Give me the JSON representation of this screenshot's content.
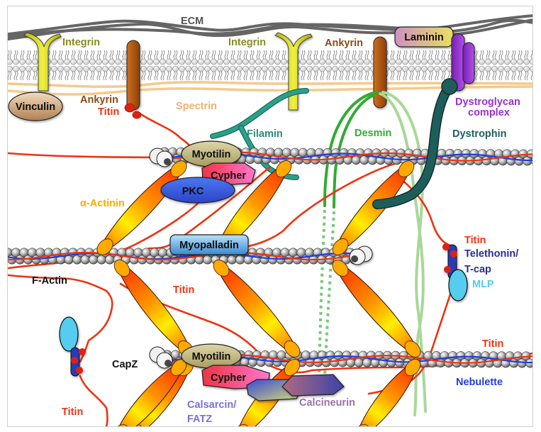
{
  "title": "Costamere and Z-disc protein network",
  "colors": {
    "ecm": "#555555",
    "integrin": "#e2e21a",
    "integrin_label": "#8a8a2a",
    "ankyrin": "#b05a10",
    "ankyrin_label": "#8a4a14",
    "spectrin": "#f6c98a",
    "spectrin_label": "#f0b070",
    "titin": "#ee3311",
    "filamin": "#2aa08a",
    "filamin_label": "#2a8a7a",
    "desmin": "#33aa33",
    "desmin_light": "#a8d898",
    "dystrophin": "#1e5e5a",
    "dystroglycan": "#9a30d0",
    "laminin": "#c89ab8",
    "myotilin": "#c8c08a",
    "cypher": "#ee4466",
    "pkc": "#3a5ee0",
    "myopalladin": "#5aa8dc",
    "mlp": "#55ccf0",
    "telethonin": "#2a2a9a",
    "nebulette": "#1f3ee0",
    "calsarcin_label": "#7a70d8",
    "calcineurin_label": "#9a70a8",
    "actinin": "#ff9900",
    "actin_bead": "#9a9a9a"
  },
  "labels": {
    "ecm": "ECM",
    "integrin_left": "Integrin",
    "integrin_right": "Integrin",
    "ankyrin_left": "Ankyrin",
    "ankyrin_right": "Ankyrin",
    "laminin": "Laminin",
    "vinculin": "Vinculin",
    "titin_top": "Titin",
    "spectrin": "Spectrin",
    "dystroglycan_line1": "Dystroglycan",
    "dystroglycan_line2": "complex",
    "filamin": "Filamin",
    "desmin": "Desmin",
    "dystrophin": "Dystrophin",
    "myotilin_top": "Myotilin",
    "cypher_top": "Cypher",
    "pkc": "PKC",
    "alpha_actinin": "α-Actinin",
    "myopalladin": "Myopalladin",
    "f_actin": "F-Actin",
    "titin_mid": "Titin",
    "titin_right": "Titin",
    "telethonin_line1": "Telethonin/",
    "telethonin_line2": "T-cap",
    "mlp": "MLP",
    "capz": "CapZ",
    "myotilin_bottom": "Myotilin",
    "cypher_bottom": "Cypher",
    "titin_bottom_right": "Titin",
    "nebulette": "Nebulette",
    "calsarcin_line1": "Calsarcin/",
    "calsarcin_line2": "FATZ",
    "calcineurin": "Calcineurin",
    "titin_bottom_left": "Titin"
  }
}
